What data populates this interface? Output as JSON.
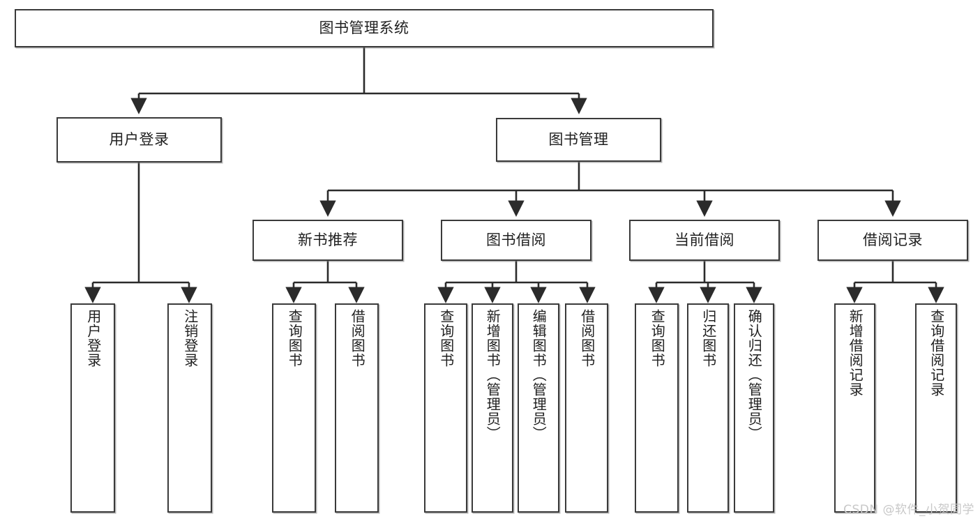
{
  "diagram": {
    "title": "图书管理系统",
    "type": "tree",
    "watermark": "CSDN @软件_小贺同学",
    "colors": {
      "box_border": "#3a3a3a",
      "box_fill": "#ffffff",
      "connector": "#2b2b2b",
      "text": "#1f1f1f",
      "watermark": "#c8c8c8"
    },
    "nodes": {
      "root": {
        "label": "图书管理系统"
      },
      "level1": [
        {
          "id": "user-login",
          "label": "用户登录"
        },
        {
          "id": "book-manage",
          "label": "图书管理"
        }
      ],
      "level2": [
        {
          "id": "new-book-recommend",
          "label": "新书推荐"
        },
        {
          "id": "book-borrow",
          "label": "图书借阅"
        },
        {
          "id": "current-borrow",
          "label": "当前借阅"
        },
        {
          "id": "borrow-record",
          "label": "借阅记录"
        }
      ],
      "leaves": [
        {
          "id": "leaf-user-login",
          "label": "用户登录",
          "parent": "user-login"
        },
        {
          "id": "leaf-logout",
          "label": "注销登录",
          "parent": "user-login"
        },
        {
          "id": "leaf-query-book-1",
          "label": "查询图书",
          "parent": "new-book-recommend"
        },
        {
          "id": "leaf-borrow-book-1",
          "label": "借阅图书",
          "parent": "new-book-recommend"
        },
        {
          "id": "leaf-query-book-2",
          "label": "查询图书",
          "parent": "book-borrow"
        },
        {
          "id": "leaf-add-book",
          "label": "新增图书（管理员）",
          "parent": "book-borrow"
        },
        {
          "id": "leaf-edit-book",
          "label": "编辑图书（管理员）",
          "parent": "book-borrow"
        },
        {
          "id": "leaf-borrow-book-2",
          "label": "借阅图书",
          "parent": "book-borrow"
        },
        {
          "id": "leaf-query-book-3",
          "label": "查询图书",
          "parent": "current-borrow"
        },
        {
          "id": "leaf-return-book",
          "label": "归还图书",
          "parent": "current-borrow"
        },
        {
          "id": "leaf-confirm-return",
          "label": "确认归还（管理员）",
          "parent": "current-borrow"
        },
        {
          "id": "leaf-add-record",
          "label": "新增借阅记录",
          "parent": "borrow-record"
        },
        {
          "id": "leaf-query-record",
          "label": "查询借阅记录",
          "parent": "borrow-record"
        }
      ]
    }
  }
}
